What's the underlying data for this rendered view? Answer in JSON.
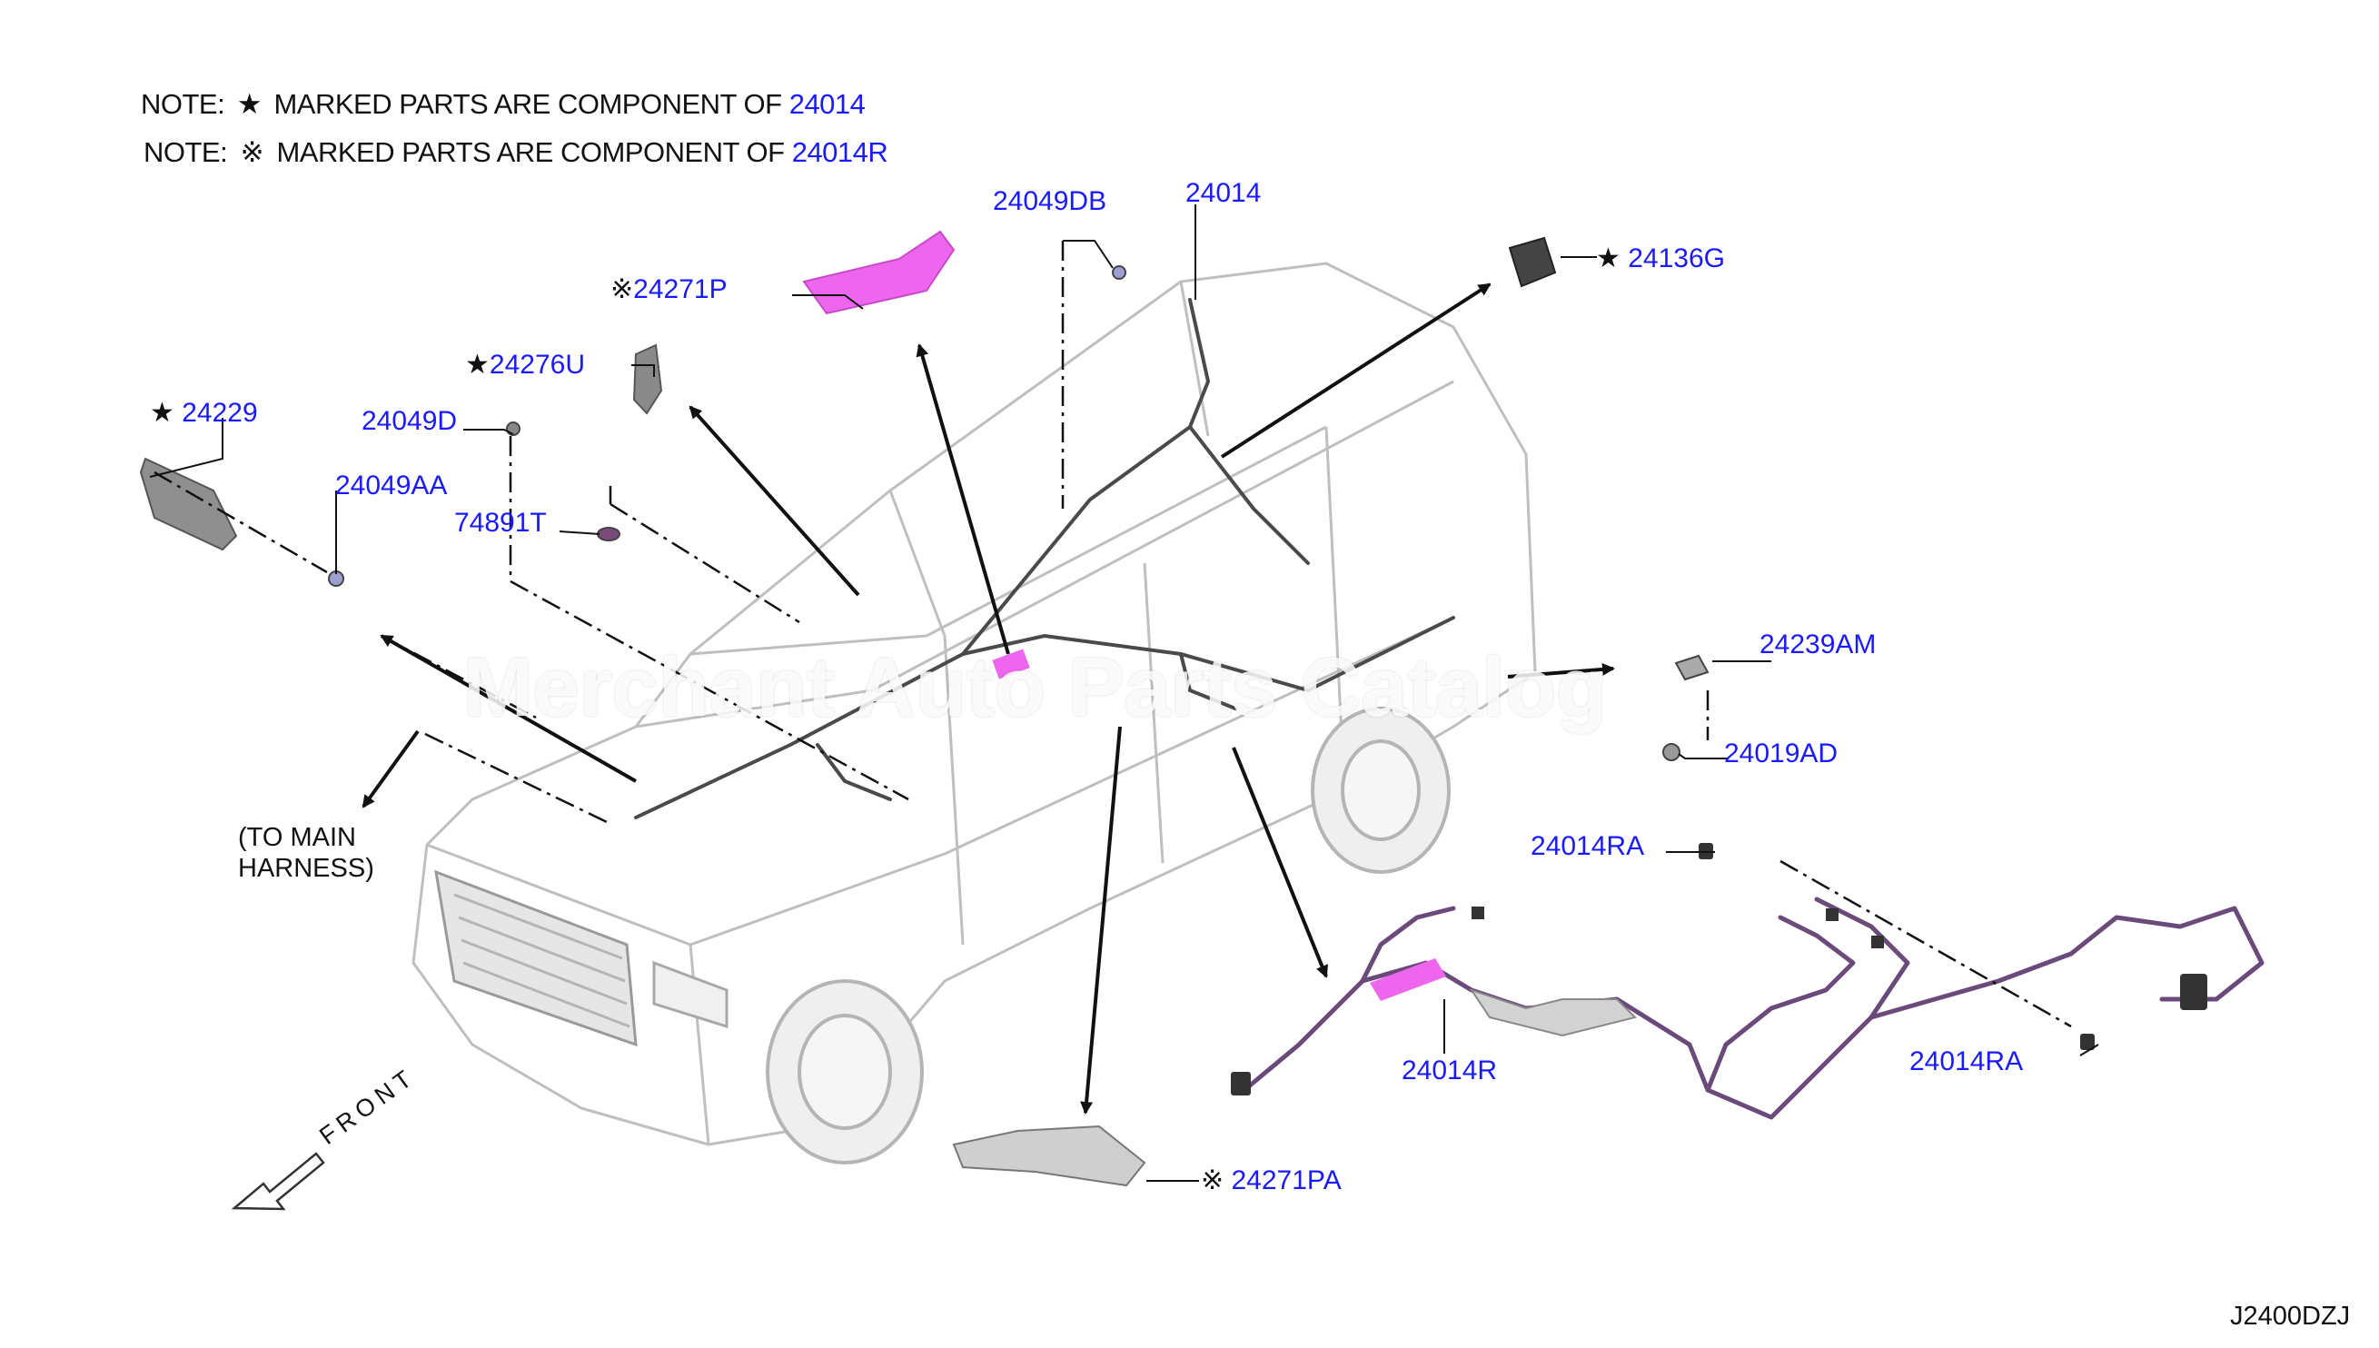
{
  "notes": [
    {
      "prefix": "NOTE:",
      "symbol": "★",
      "text": "MARKED PARTS ARE COMPONENT OF",
      "part": "24014"
    },
    {
      "prefix": "NOTE:",
      "symbol": "※",
      "text": "MARKED PARTS ARE COMPONENT OF",
      "part": "24014R"
    }
  ],
  "labels": {
    "p24049DB": "24049DB",
    "p24014": "24014",
    "p24271P": "24271P",
    "p24276U": "24276U",
    "p24229": "24229",
    "p24049D": "24049D",
    "p24049AA": "24049AA",
    "p74891T": "74891T",
    "p24136G": "24136G",
    "p24239AM": "24239AM",
    "p24019AD": "24019AD",
    "p24014RA_top": "24014RA",
    "p24014R": "24014R",
    "p24014RA_bottom": "24014RA",
    "p24271PA": "24271PA"
  },
  "markers": {
    "star": "★",
    "ref": "※"
  },
  "to_main_harness": [
    "(TO MAIN",
    "HARNESS)"
  ],
  "front_label": "FRONT",
  "watermark": "Merchant Auto Parts Catalog",
  "diagram_code": "J2400DZJ",
  "colors": {
    "label_blue": "#1a1aff",
    "highlight_pink": "#ee66ee",
    "harness_purple": "#7a5a8a"
  }
}
